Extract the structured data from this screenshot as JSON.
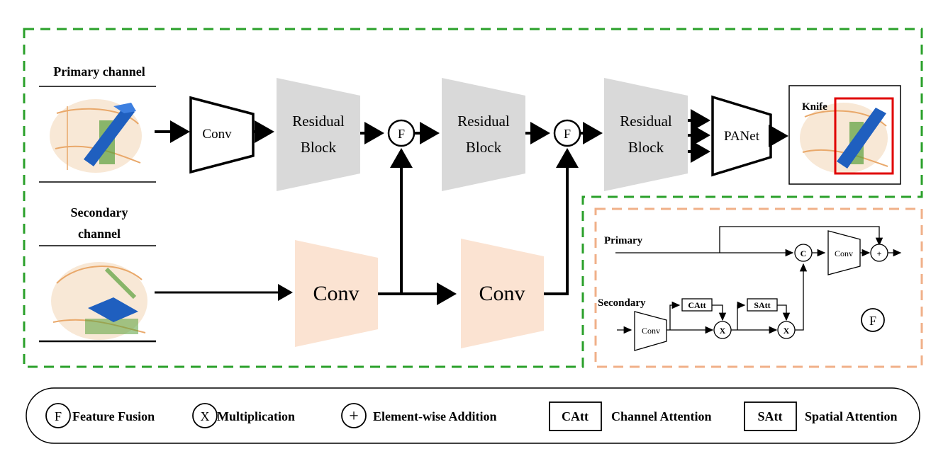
{
  "inputs": {
    "primary_label": "Primary channel",
    "secondary_label_line1": "Secondary",
    "secondary_label_line2": "channel"
  },
  "blocks": {
    "conv_primary": "Conv",
    "residual1_line1": "Residual",
    "residual1_line2": "Block",
    "residual2_line1": "Residual",
    "residual2_line2": "Block",
    "residual3_line1": "Residual",
    "residual3_line2": "Block",
    "panet": "PANet",
    "conv_secondary1": "Conv",
    "conv_secondary2": "Conv",
    "fusion1": "F",
    "fusion2": "F"
  },
  "output": {
    "detection_label": "Knife"
  },
  "fusion_detail": {
    "primary": "Primary",
    "secondary": "Secondary",
    "conv_in": "Conv",
    "catt": "CAtt",
    "satt": "SAtt",
    "mult1": "X",
    "mult2": "X",
    "concat": "C",
    "conv_out": "Conv",
    "add": "+",
    "symbol": "F"
  },
  "legend": {
    "items": [
      {
        "symbol": "F",
        "label": "Feature Fusion"
      },
      {
        "symbol": "X",
        "label": "Multiplication"
      },
      {
        "symbol": "+",
        "label": "Element-wise Addition"
      },
      {
        "symbol": "CAtt",
        "label": "Channel Attention"
      },
      {
        "symbol": "SAtt",
        "label": "Spatial Attention"
      }
    ]
  },
  "colors": {
    "green_dash": "#2aa02a",
    "orange_dash": "#f0b089",
    "residual_fill": "#d9d9d9",
    "conv_secondary_fill": "#fbe3d2",
    "detection_box": "#e00000",
    "xray_blue": "#1f5fbf",
    "xray_green": "#5aa03c",
    "xray_orange": "#e9a86a"
  }
}
